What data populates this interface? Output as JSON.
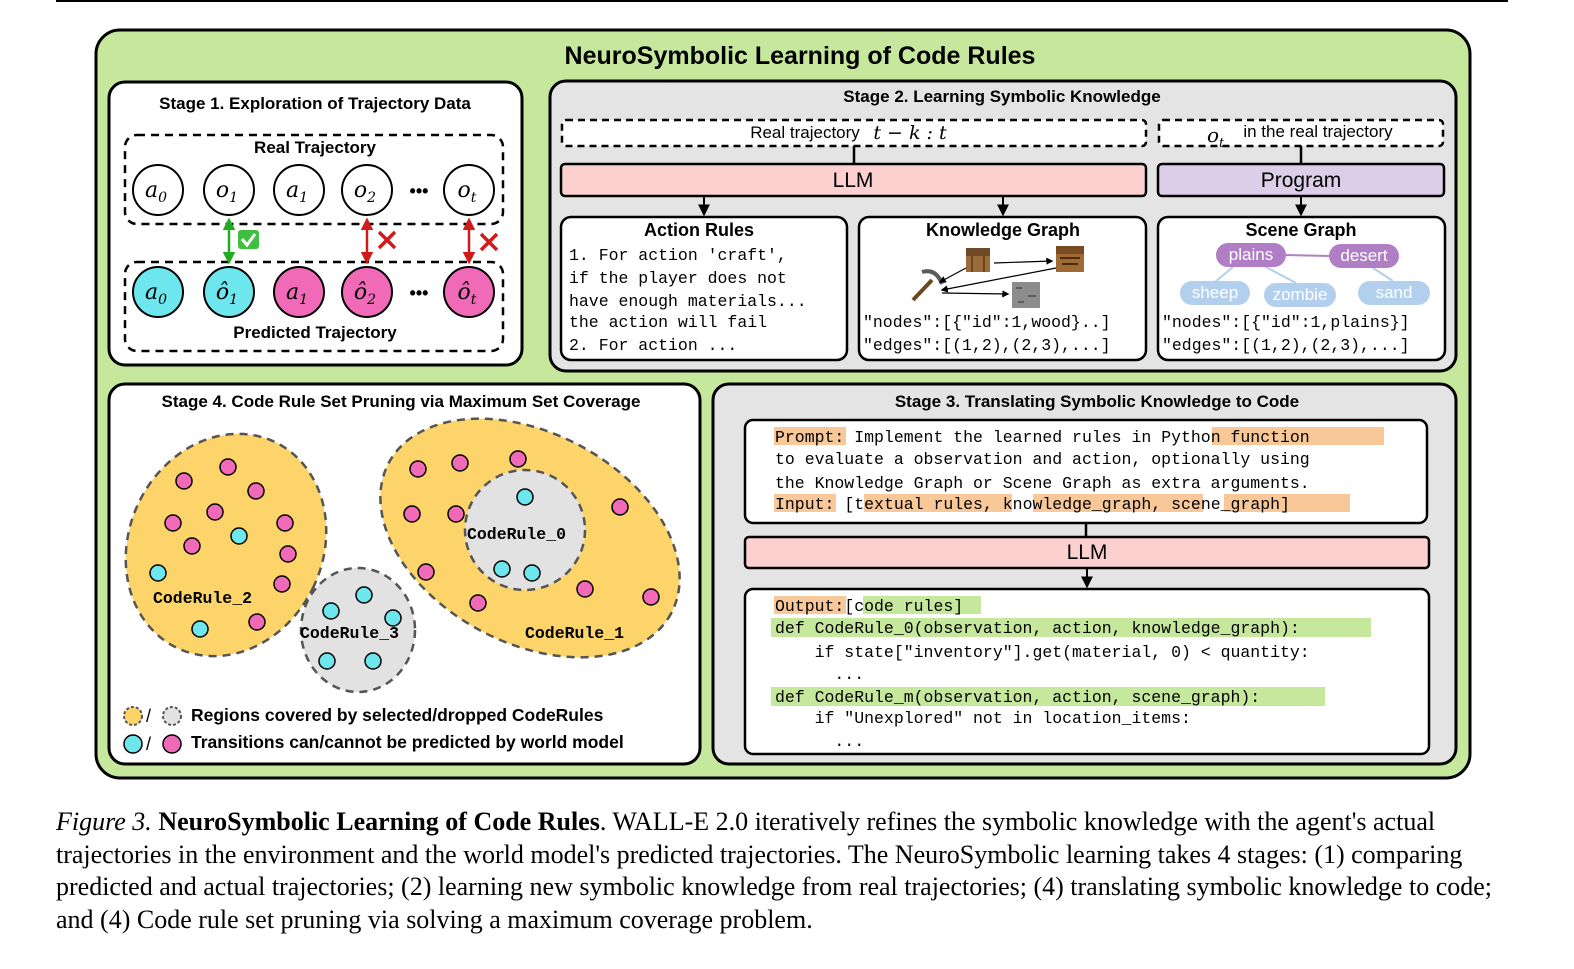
{
  "title": "NeuroSymbolic Learning of Code Rules",
  "stage1": {
    "title": "Stage 1. Exploration of Trajectory Data",
    "real_label": "Real Trajectory",
    "pred_label": "Predicted Trajectory",
    "real_nodes": [
      "a",
      "o",
      "a",
      "o",
      "o"
    ],
    "real_subs": [
      "0",
      "1",
      "1",
      "2",
      "t"
    ],
    "pred_subs": [
      "0",
      "1",
      "1",
      "2",
      "t"
    ],
    "ellipsis": "•••"
  },
  "stage2": {
    "title": "Stage 2. Learning Symbolic Knowledge",
    "real_traj_label": "Real trajectory",
    "real_traj_math": "t − k : t",
    "ot_label": "in the real trajectory",
    "ot_sym": "o",
    "ot_sub": "t",
    "llm": "LLM",
    "program": "Program",
    "action_rules": {
      "title": "Action Rules",
      "lines": [
        "1. For action 'craft',",
        "if the player does not",
        "have enough materials...",
        "the action will fail",
        "2. For action ..."
      ]
    },
    "knowledge_graph": {
      "title": "Knowledge Graph",
      "lines": [
        "\"nodes\":[{\"id\":1,wood}..]",
        "\"edges\":[(1,2),(2,3),...]"
      ]
    },
    "scene_graph": {
      "title": "Scene Graph",
      "nodes": [
        "plains",
        "desert",
        "sheep",
        "zombie",
        "sand"
      ],
      "lines": [
        "\"nodes\":[{\"id\":1,plains}]",
        "\"edges\":[(1,2),(2,3),...]"
      ]
    }
  },
  "stage3": {
    "title": "Stage 3. Translating Symbolic Knowledge to Code",
    "prompt_label": "Prompt",
    "prompt_text1": ": Implement the learned rules in ",
    "prompt_hl": "Python function",
    "prompt_line2": "to evaluate a observation and action, optionally using",
    "prompt_line3": "the Knowledge Graph or Scene Graph as extra arguments.",
    "input_label": "Input",
    "input_pre": ": [",
    "input_items": [
      "textual rules",
      "knowledge_graph",
      "scene_graph"
    ],
    "input_post": "]",
    "llm": "LLM",
    "output_label": "Output",
    "output_rest": ":[code rules]",
    "code": [
      "def CodeRule_0(observation, action, knowledge_graph):",
      "    if state[\"inventory\"].get(material, 0) < quantity:",
      "      ...",
      "def CodeRule_m(observation, action, scene_graph):",
      "    if \"Unexplored\" not in location_items:",
      "      ..."
    ]
  },
  "stage4": {
    "title": "Stage 4. Code Rule Set Pruning via Maximum Set Coverage",
    "rules": [
      "CodeRule_2",
      "CodeRule_3",
      "CodeRule_0",
      "CodeRule_1"
    ],
    "legend1": "Regions covered by selected/dropped CodeRules",
    "legend2": "Transitions can/cannot be predicted by world model"
  },
  "colors": {
    "outer_bg": "#c5e89c",
    "panel_gray": "#e4e4e4",
    "llm_pink": "#fdd0d0",
    "program_purple": "#dccde8",
    "cyan": "#6ee6ee",
    "magenta": "#f06ab8",
    "yellow_region": "#fcd469",
    "gray_region": "#e2e2e2",
    "scene_purple": "#b07ec4",
    "scene_blue": "#b2d0ee",
    "hl_orange": "#f9c898",
    "hl_green": "#c5e89c"
  },
  "caption": {
    "figure": "Figure 3.",
    "bold": "NeuroSymbolic Learning of Code Rules",
    "text": ". WALL-E 2.0 iteratively refines the symbolic knowledge with the agent's actual trajectories in the environment and the world model's predicted trajectories. The NeuroSymbolic learning takes 4 stages: (1) comparing predicted and actual trajectories; (2) learning new symbolic knowledge from real trajectories; (4) translating symbolic knowledge to code; and (4) Code rule set pruning via solving a maximum coverage problem."
  }
}
